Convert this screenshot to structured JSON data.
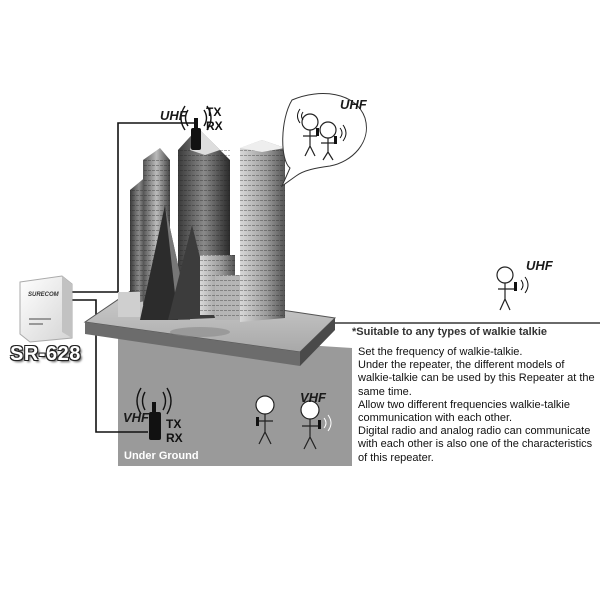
{
  "device": {
    "name": "SR-628",
    "brand": "SURECOM"
  },
  "top_radio": {
    "band": "UHF",
    "tx": "TX",
    "rx": "RX"
  },
  "bubble_group": {
    "band": "UHF"
  },
  "right_user": {
    "band": "UHF"
  },
  "underground": {
    "label": "Under Ground",
    "radio": {
      "band": "VHF",
      "tx": "TX",
      "rx": "RX"
    },
    "group_band": "VHF"
  },
  "note": {
    "title": "*Suitable to any types of walkie talkie",
    "paragraphs": [
      "Set the frequency of walkie-talkie.",
      "Under the repeater, the different models of walkie-talkie can be used by this Repeater at the same time.",
      "Allow two different frequencies walkie-talkie communication with each other.",
      "Digital radio and analog radio can communicate with each other is also one of the characteristics of this repeater."
    ]
  },
  "colors": {
    "underground_bg": "#9a9a9a",
    "line": "#111111"
  }
}
